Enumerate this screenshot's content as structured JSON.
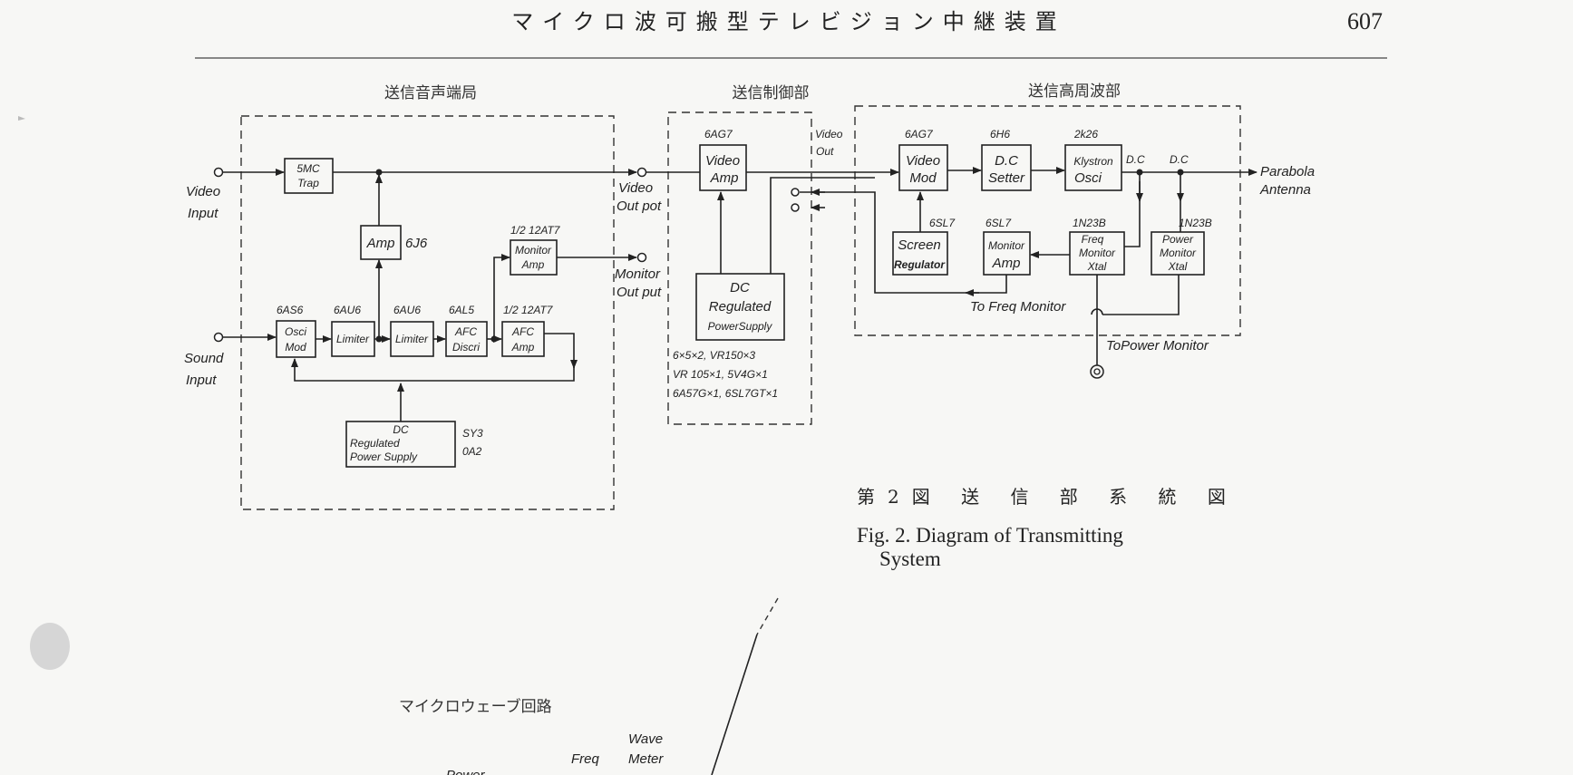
{
  "header": {
    "title": "マイクロ波可搬型テレビジョン中継装置",
    "page_number": "607"
  },
  "sections": {
    "audio_terminal": "送信音声端局",
    "control": "送信制御部",
    "rf": "送信高周波部"
  },
  "audio": {
    "video_input": [
      "Video",
      "Input"
    ],
    "sound_input": [
      "Sound",
      "Input"
    ],
    "trap": [
      "5MC",
      "Trap"
    ],
    "amp": "Amp",
    "amp_tube": "6J6",
    "monitor_amp": [
      "Monitor",
      "Amp"
    ],
    "monitor_amp_tube": "1/2 12AT7",
    "osci_mod": [
      "Osci",
      "Mod"
    ],
    "osci_tube": "6AS6",
    "limiter1": "Limiter",
    "limiter1_tube": "6AU6",
    "limiter2": "Limiter",
    "limiter2_tube": "6AU6",
    "afc_discri": [
      "AFC",
      "Discri"
    ],
    "afc_discri_tube": "6AL5",
    "afc_amp": [
      "AFC",
      "Amp"
    ],
    "afc_amp_tube": "1/2 12AT7",
    "power_supply": [
      "DC",
      "Regulated",
      "Power Supply"
    ],
    "ps_tubes": [
      "SY3",
      "0A2"
    ],
    "video_output": [
      "Video",
      "Out pot"
    ],
    "monitor_output": [
      "Monitor",
      "Out put"
    ]
  },
  "control": {
    "video_amp": [
      "Video",
      "Amp"
    ],
    "video_amp_tube": "6AG7",
    "power_supply": [
      "DC",
      "Regulated",
      "PowerSupply"
    ],
    "tubes": [
      "6×5×2,   VR150×3",
      "VR 105×1, 5V4G×1",
      "6A57G×1, 6SL7GT×1"
    ],
    "video_out": [
      "Video",
      "Out"
    ]
  },
  "rf": {
    "video_mod": [
      "Video",
      "Mod"
    ],
    "video_mod_tube": "6AG7",
    "dc_setter": [
      "D.C",
      "Setter"
    ],
    "dc_setter_tube": "6H6",
    "klystron": [
      "Klystron",
      "Osci"
    ],
    "klystron_tube": "2k26",
    "dc1": "D.C",
    "dc2": "D.C",
    "antenna": [
      "Parabola",
      "Antenna"
    ],
    "screen_reg": [
      "Screen",
      "Regulator"
    ],
    "screen_reg_tube": "6SL7",
    "monitor_amp": [
      "Monitor",
      "Amp"
    ],
    "monitor_amp_tube": "6SL7",
    "freq_monitor": [
      "Freq",
      "Monitor",
      "Xtal"
    ],
    "freq_monitor_tube": "1N23B",
    "power_monitor": [
      "Power",
      "Monitor",
      "Xtal"
    ],
    "power_monitor_tube": "1N23B",
    "to_freq_monitor": "To Freq  Monitor",
    "to_power_monitor": "ToPower Monitor"
  },
  "caption": {
    "jp": "第2図 送 信 部 系 統 図",
    "en_line1": "Fig. 2.  Diagram of Transmitting",
    "en_line2": "System"
  },
  "next_figure": {
    "title": "マイクロウェーブ回路",
    "labels": [
      "Power",
      "Freq",
      "Wave",
      "Meter"
    ]
  }
}
